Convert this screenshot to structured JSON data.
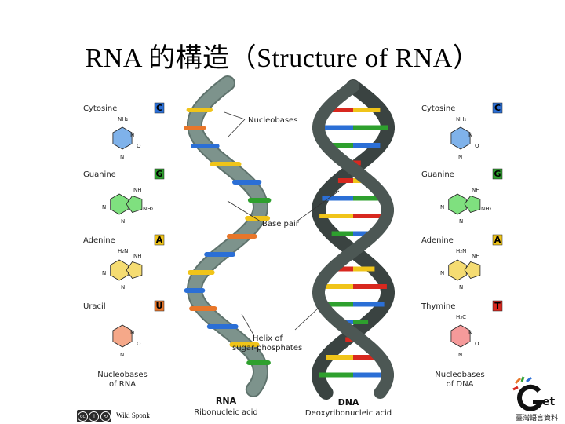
{
  "title": "RNA 的構造（Structure of RNA）",
  "credit": "Wiki Sponk",
  "colors": {
    "cytosine": "#2b6fd6",
    "guanine": "#2ea02e",
    "adenine": "#f0c419",
    "uracil": "#e8762a",
    "thymine": "#d8281f",
    "rna_backbone": "#7d938c",
    "dna_backbone": "#4c5754"
  },
  "left_column": {
    "items": [
      {
        "name": "Cytosine",
        "badge": "C",
        "badge_color": "#2b6fd6",
        "ring_color": "#7fb2ea",
        "group": "NH₂"
      },
      {
        "name": "Guanine",
        "badge": "G",
        "badge_color": "#2ea02e",
        "ring_color": "#7fe07f",
        "group": "NH₂"
      },
      {
        "name": "Adenine",
        "badge": "A",
        "badge_color": "#f0c419",
        "ring_color": "#f5dc72",
        "group": "H₂N"
      },
      {
        "name": "Uracil",
        "badge": "U",
        "badge_color": "#e8762a",
        "ring_color": "#f5a889",
        "group": ""
      }
    ],
    "footer_line1": "Nucleobases",
    "footer_line2": "of RNA"
  },
  "right_column": {
    "items": [
      {
        "name": "Cytosine",
        "badge": "C",
        "badge_color": "#2b6fd6",
        "ring_color": "#7fb2ea",
        "group": "NH₂"
      },
      {
        "name": "Guanine",
        "badge": "G",
        "badge_color": "#2ea02e",
        "ring_color": "#7fe07f",
        "group": "NH₂"
      },
      {
        "name": "Adenine",
        "badge": "A",
        "badge_color": "#f0c419",
        "ring_color": "#f5dc72",
        "group": "H₂N"
      },
      {
        "name": "Thymine",
        "badge": "T",
        "badge_color": "#d8281f",
        "ring_color": "#f59a9a",
        "group": "H₃C"
      }
    ],
    "footer_line1": "Nucleobases",
    "footer_line2": "of DNA"
  },
  "annotations": {
    "nucleobases": "Nucleobases",
    "base_pair": "Base pair",
    "helix_line1": "Helix of",
    "helix_line2": "sugar-phosphates"
  },
  "captions": {
    "rna_title": "RNA",
    "rna_sub": "Ribonucleic acid",
    "dna_title": "DNA",
    "dna_sub": "Deoxyribonucleic acid"
  },
  "rna_rungs": [
    "#f0c419",
    "#e8762a",
    "#2b6fd6",
    "#f0c419",
    "#2b6fd6",
    "#2ea02e",
    "#f0c419",
    "#e8762a",
    "#2b6fd6",
    "#f0c419",
    "#2b6fd6",
    "#e8762a",
    "#2b6fd6",
    "#f0c419",
    "#2ea02e"
  ],
  "dna_rungs": [
    [
      "#d8281f",
      "#f0c419"
    ],
    [
      "#2b6fd6",
      "#2ea02e"
    ],
    [
      "#2ea02e",
      "#2b6fd6"
    ],
    [
      "#f0c419",
      "#d8281f"
    ],
    [
      "#d8281f",
      "#f0c419"
    ],
    [
      "#2b6fd6",
      "#2ea02e"
    ],
    [
      "#f0c419",
      "#d8281f"
    ],
    [
      "#2ea02e",
      "#2b6fd6"
    ],
    [
      "#2b6fd6",
      "#2ea02e"
    ],
    [
      "#d8281f",
      "#f0c419"
    ],
    [
      "#f0c419",
      "#d8281f"
    ],
    [
      "#2ea02e",
      "#2b6fd6"
    ],
    [
      "#2b6fd6",
      "#2ea02e"
    ],
    [
      "#d8281f",
      "#f0c419"
    ],
    [
      "#f0c419",
      "#d8281f"
    ],
    [
      "#2ea02e",
      "#2b6fd6"
    ]
  ],
  "logo": {
    "letters": "GET",
    "caption": "臺灣語言資料"
  }
}
